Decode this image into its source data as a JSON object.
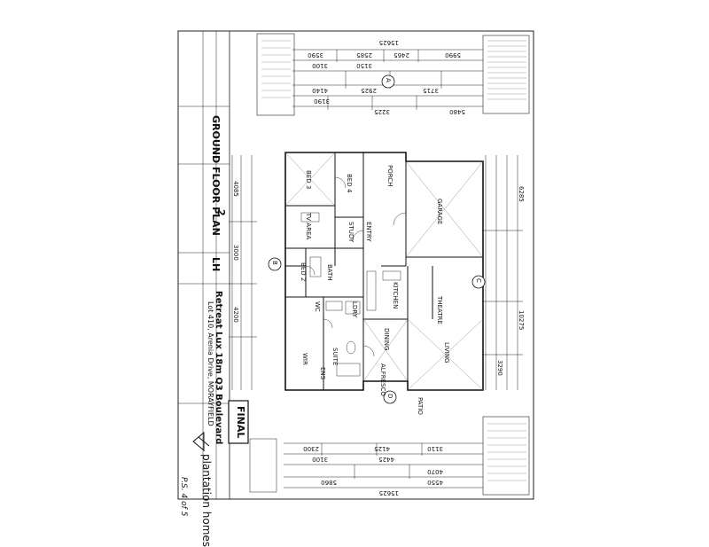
{
  "title_block": {
    "drawing_title": "GROUND FLOOR PLAN",
    "sheet_no": "2",
    "handing": "LH",
    "design_name": "Retreat Lux 18m Q3 Boulevard",
    "address": "Lot 410, Arenia Drive, MORAYFIELD",
    "status": "FINAL",
    "brand": "plantation homes"
  },
  "rooms": {
    "bed3": "BED 3",
    "bed4": "BED 4",
    "bed2": "BED 2",
    "tv": "TV AREA",
    "study": "STUDY",
    "entry": "ENTRY",
    "porch": "PORCH",
    "garage": "GARAGE",
    "kitchen": "KITCHEN",
    "dining": "DINING",
    "theatre": "THEATRE",
    "living": "LIVING",
    "alfresco": "ALFRESCO",
    "suite": "SUITE",
    "wir": "WIR",
    "patio": "PATIO",
    "bath": "BATH",
    "wc": "WC",
    "ldry": "LDRY",
    "ens": "ENS"
  },
  "dims": {
    "overall_top": "15625",
    "overall_bottom": "15625",
    "top_a": "3590",
    "top_b": "2585",
    "top_c": "2465",
    "top_d": "5990",
    "top_e": "3100",
    "top_f": "3150",
    "top_g": "4140",
    "top_h": "2925",
    "top_i": "3715",
    "top_j": "3190",
    "top_k": "3225",
    "top_l": "5480",
    "bot_a": "2300",
    "bot_b": "4125",
    "bot_c": "3110",
    "bot_d": "3100",
    "bot_e": "4425",
    "bot_f": "4070",
    "bot_g": "5860",
    "bot_h": "4550",
    "left_a": "4085",
    "left_b": "3000",
    "left_c": "4200",
    "right_a": "6285",
    "right_b": "10275",
    "right_c": "3290"
  },
  "markers": {
    "a": "A",
    "b": "B",
    "c": "C",
    "d": "D"
  },
  "corner_note": "P.S. 4 of 5"
}
